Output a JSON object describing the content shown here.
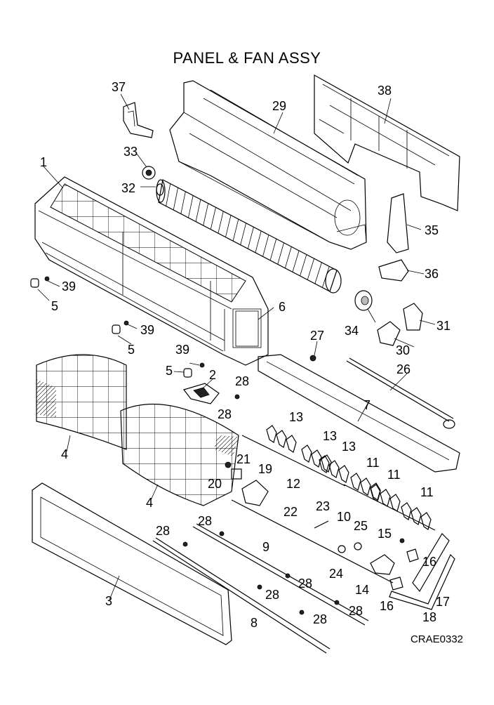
{
  "title": "PANEL & FAN ASSY",
  "drawing_code": "CRAE0332",
  "callouts": [
    "1",
    "2",
    "3",
    "4",
    "4",
    "5",
    "5",
    "5",
    "6",
    "7",
    "8",
    "9",
    "10",
    "11",
    "11",
    "11",
    "12",
    "13",
    "13",
    "13",
    "14",
    "15",
    "16",
    "16",
    "17",
    "18",
    "19",
    "20",
    "21",
    "22",
    "23",
    "24",
    "25",
    "26",
    "27",
    "28",
    "28",
    "28",
    "28",
    "28",
    "28",
    "28",
    "28",
    "29",
    "30",
    "31",
    "32",
    "33",
    "34",
    "35",
    "36",
    "37",
    "38",
    "39",
    "39",
    "39"
  ]
}
